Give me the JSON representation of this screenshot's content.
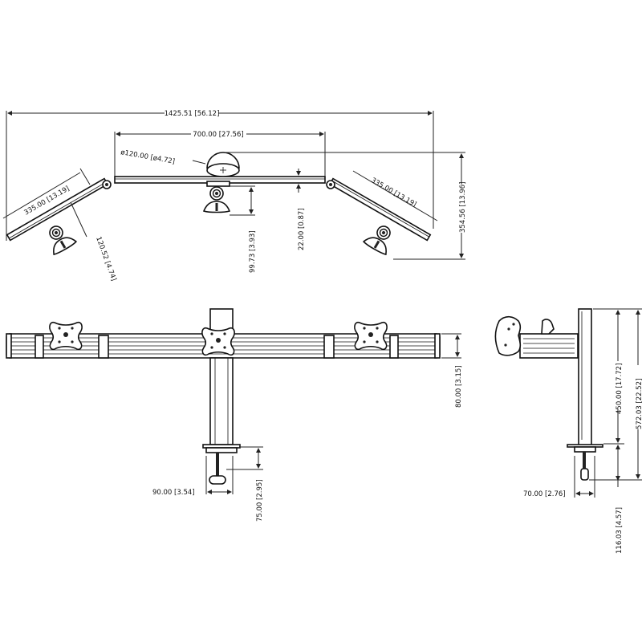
{
  "top_view": {
    "overall_width": "1425.51 [56.12]",
    "center_bar_width": "700.00 [27.56]",
    "pole_diameter": "ø120.00 [ø4.72]",
    "left_arm_length": "335.00 [13.19]",
    "right_arm_length": "335.00 [13.19]",
    "bar_thickness": "22.00 [0.87]",
    "mount_depth": "99.73 [3.93]",
    "side_mount_depth": "120.52 [4.74]",
    "overall_depth": "354.56 [13.96]"
  },
  "front_view": {
    "bar_height": "80.00 [3.15]",
    "clamp_width": "90.00 [3.54]",
    "clamp_range": "75.00 [2.95]"
  },
  "side_view": {
    "pole_height": "450.00 [17.72]",
    "total_height": "572.03 [22.52]",
    "clamp_depth": "70.00 [2.76]",
    "clamp_height": "116.03 [4.57]"
  }
}
